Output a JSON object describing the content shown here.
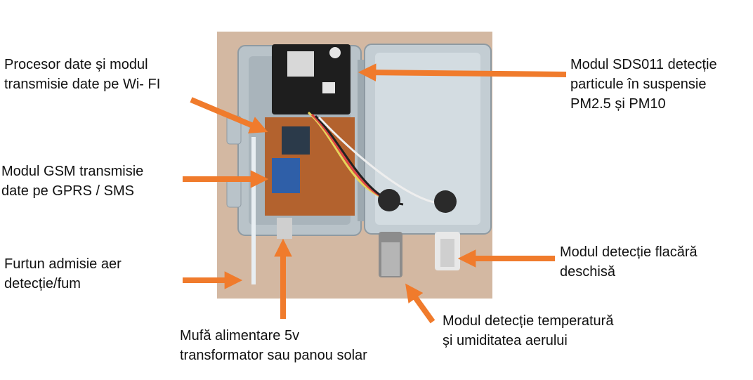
{
  "colors": {
    "arrow": "#F07B2C",
    "text": "#111111",
    "background": "#FFFFFF",
    "wall": "#C9A98C",
    "enclosure": "#B8C2C8",
    "pcb": "#B3622E"
  },
  "labels": {
    "processor": "Procesor date și modul\ntransmisie date pe Wi- FI",
    "sds011": "Modul SDS011 detecție\nparticule în suspensie\nPM2.5 și PM10",
    "gsm": "Modul GSM transmisie\ndate pe GPRS / SMS",
    "hose": "Furtun admisie aer\ndetecție/fum",
    "flame": "Modul detecție flacără\ndeschisă",
    "temp_humidity": "Modul detecție temperatură\nși umiditatea aerului",
    "power": "Mufă alimentare 5v\ntransformator sau panou solar"
  }
}
